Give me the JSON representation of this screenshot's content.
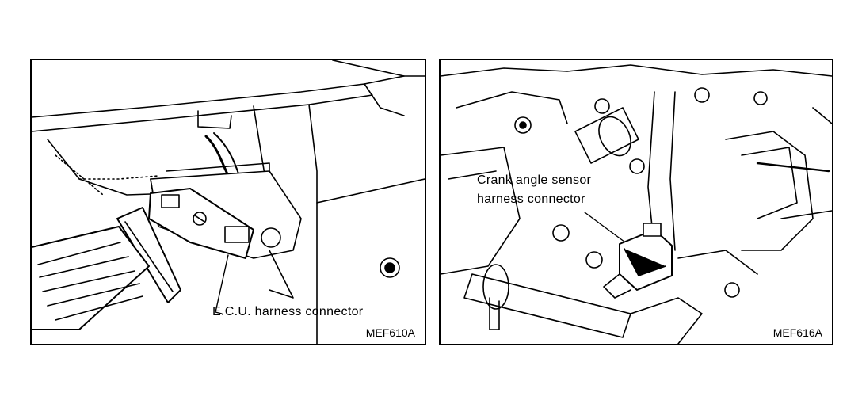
{
  "left_figure": {
    "callout": "E.C.U. harness connector",
    "figure_code": "MEF610A"
  },
  "right_figure": {
    "callout_line1": "Crank angle sensor",
    "callout_line2": "harness connector",
    "figure_code": "MEF616A"
  }
}
